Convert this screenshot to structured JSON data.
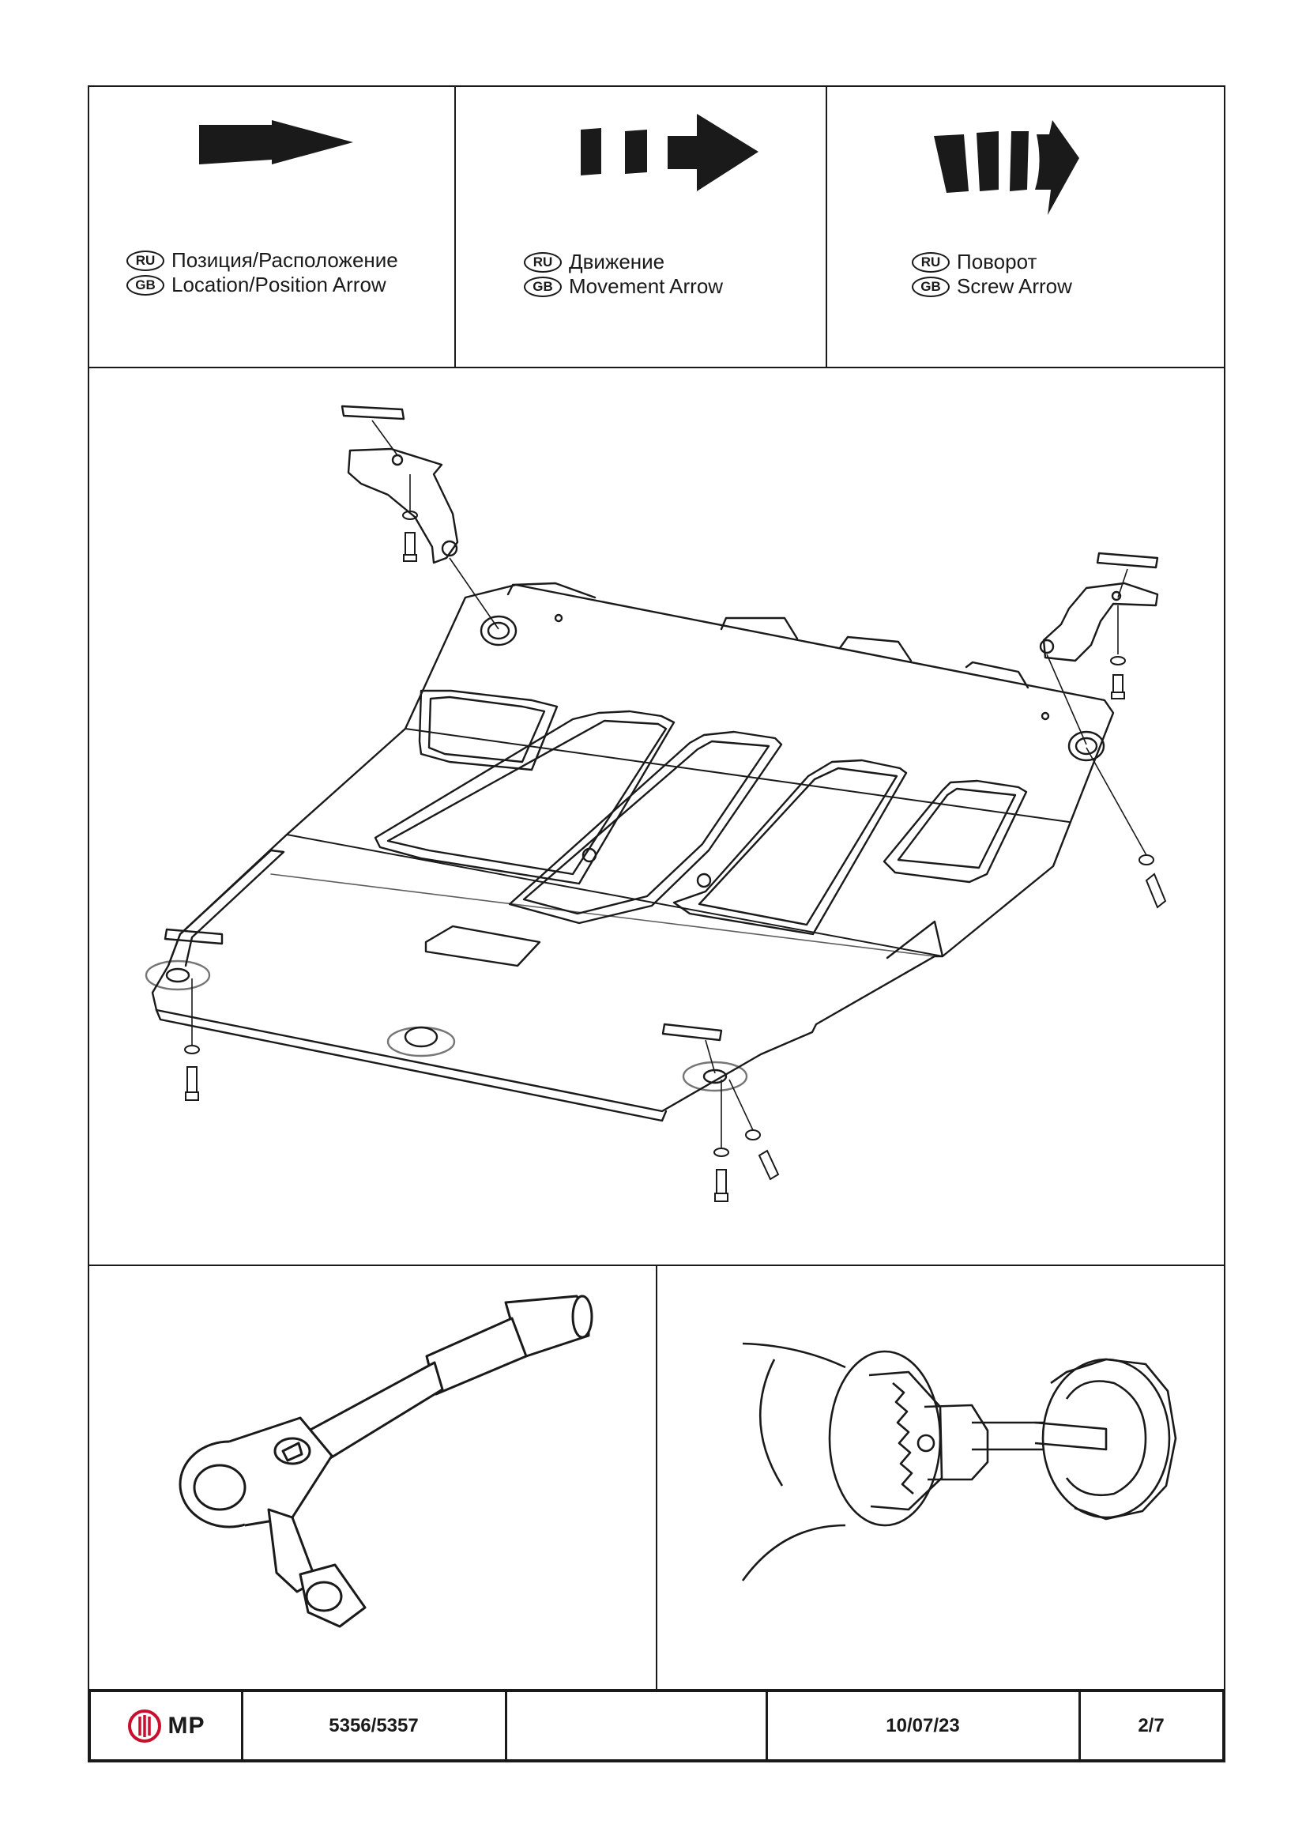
{
  "legend": [
    {
      "icon": "solid-arrow-icon",
      "lines": [
        {
          "lang": "RU",
          "text": "Позиция/Расположение"
        },
        {
          "lang": "GB",
          "text": "Location/Position Arrow"
        }
      ]
    },
    {
      "icon": "dashed-arrow-icon",
      "lines": [
        {
          "lang": "RU",
          "text": "Движение"
        },
        {
          "lang": "GB",
          "text": "Movement Arrow"
        }
      ]
    },
    {
      "icon": "curved-arrow-icon",
      "lines": [
        {
          "lang": "RU",
          "text": "Поворот"
        },
        {
          "lang": "GB",
          "text": "Screw Arrow"
        }
      ]
    }
  ],
  "footer": {
    "brand": "MP",
    "part_number": "5356/5357",
    "blank": "",
    "date": "10/07/23",
    "page": "2/7"
  },
  "colors": {
    "line": "#1a1a1a",
    "brand_red": "#c8102e"
  }
}
